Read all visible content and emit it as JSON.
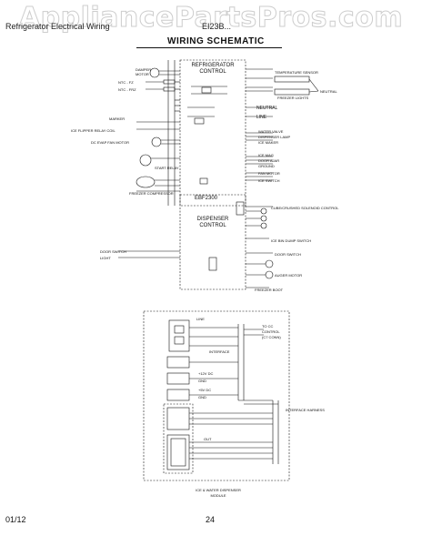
{
  "page": {
    "watermark": "AppliancePartsPros.com",
    "header_left": "Refrigerator Electrical Wiring",
    "header_right": "EI23B...",
    "title": "WIRING SCHEMATIC",
    "footer_date": "01/12",
    "page_number": "24"
  },
  "upper": {
    "refrigerator_control": [
      "REFRIGERATOR",
      "CONTROL"
    ],
    "ebf_label": "EBF2300",
    "dispenser_control": [
      "DISPENSER",
      "CONTROL"
    ],
    "left_labels": {
      "damper": [
        "DAMPER",
        "MOTOR"
      ],
      "ntc1": "NTC - FZ",
      "ntc2": "NTC - FRZ",
      "marker": "MARKER",
      "heater": "ICE FLIPPER RELAY COIL",
      "dc_fan": "DC EVAP FAN MOTOR",
      "compressor_top": "START RELAY",
      "compressor": "FREEZER COMPRESSOR",
      "door_switch_left": "DOOR SWITCH",
      "light": "LIGHT"
    },
    "right_labels": {
      "temp_setting": "TEMPERATURE SENSOR",
      "freezer_lights": "FREEZER LIGHTS",
      "neutral_main": "NEUTRAL",
      "neutral": "NEUTRAL",
      "line": "LINE",
      "water_valve": "WATER VALVE",
      "dispenser_lamp": "DISPENSER LAMP",
      "ice_maker": "ICE MAKER",
      "ice_mag": "ICE MAG",
      "door_ajar": "DOOR AJAR",
      "fan_motor": "FAN MOTOR",
      "ground": "GROUND",
      "ice_switch": "ICE SWITCH",
      "cube_crush": "CUBE/CRUSHED SOLENOID CONTROL",
      "auger": "AUGER MOTOR",
      "door_switch": "DOOR SWITCH",
      "ice_bin_dump": "ICE BIN DUMP SWITCH",
      "freezer_boot": "FREEZER BOOT"
    }
  },
  "lower": {
    "label_lines": "LINE",
    "to_connector": [
      "TO CC",
      "CONTROL",
      "(C7 CONN)"
    ],
    "tag": "INTERFACE",
    "wire_12v": "+12V DC",
    "wire_5v": "+5V DC",
    "wire_gnd": "GND",
    "wire_gnd2": "GND",
    "wire_out": "OUT",
    "harness_label": "INTERFACE HARNESS",
    "bottom_caption": [
      "ICE & WATER DISPENSER",
      "MODULE"
    ]
  }
}
